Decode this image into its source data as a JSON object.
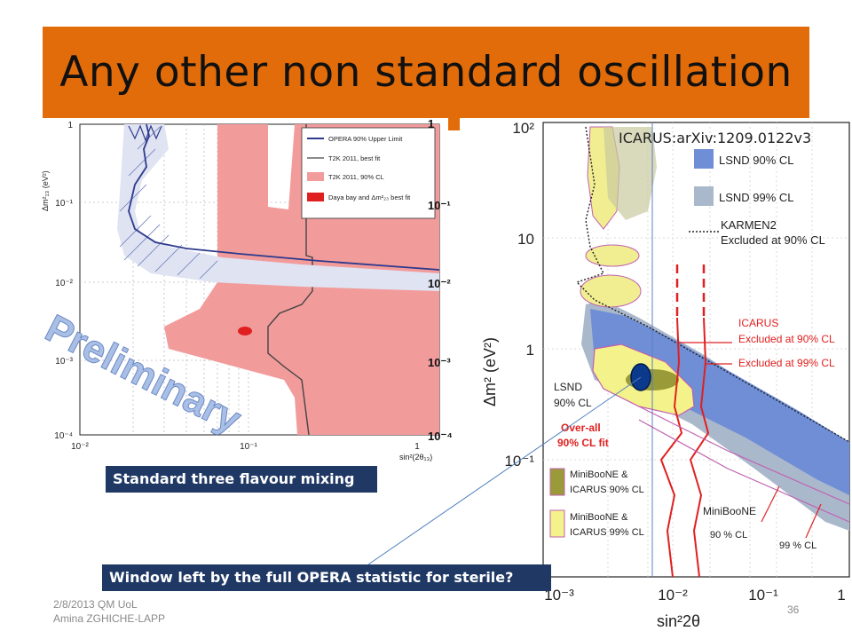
{
  "title": "Any other non standard oscillation",
  "reference": "ICARUS:arXiv:1209.0122v3",
  "callouts": {
    "standard_mixing": "Standard three flavour mixing",
    "window": "Window left by the full OPERA statistic for sterile?"
  },
  "footer": {
    "line1": "2/8/2013 QM UoL",
    "line2": "Amina ZGHICHE-LAPP",
    "page_number": "36"
  },
  "left_plot": {
    "watermark": "Preliminary",
    "y_left_label": "Δm²₁₃ (eV²)",
    "x_label": "sin²(2θ₁₃)",
    "y_ticks": [
      "1",
      "10⁻¹",
      "10⁻²",
      "10⁻³",
      "10⁻⁴"
    ],
    "y_ticks_right": [
      "1",
      "10⁻¹",
      "10⁻²",
      "10⁻³",
      "10⁻⁴"
    ],
    "x_ticks": [
      "10⁻²",
      "10⁻¹",
      "1"
    ],
    "legend": [
      {
        "label": "OPERA 90% Upper Limit",
        "color": "#2d3a8c"
      },
      {
        "label": "T2K 2011, best fit",
        "color": "#444444"
      },
      {
        "label": "T2K 2011, 90% CL",
        "color": "#f29b9b"
      },
      {
        "label": "Daya bay and Δm²₂₃ best fit",
        "color": "#e02020"
      }
    ]
  },
  "right_plot": {
    "y_label": "Δm² (eV²)",
    "x_label": "sin²2θ",
    "y_ticks": [
      "10²",
      "10",
      "1",
      "10⁻¹"
    ],
    "x_ticks": [
      "10⁻³",
      "10⁻²",
      "10⁻¹",
      "1"
    ],
    "legend": [
      {
        "label": "LSND 90% CL",
        "color": "#6f8ed6"
      },
      {
        "label": "LSND 99% CL",
        "color": "#aab8cc"
      },
      {
        "label": "KARMEN2",
        "color": "#222222"
      },
      {
        "label": "Excluded at 90% CL",
        "color": "#222222"
      }
    ],
    "annotations": {
      "icarus": "ICARUS",
      "excl90": "Excluded at 90% CL",
      "excl99": "Excluded at 99% CL",
      "lsnd": "LSND",
      "lsnd_cl": "90% CL",
      "overall1": "Over-all",
      "overall2": "90% CL fit",
      "mb1": "MiniBooNE &",
      "mb1b": "ICARUS 90% CL",
      "mb2": "MiniBooNE &",
      "mb2b": "ICARUS 99% CL",
      "miniboone": "MiniBooNE",
      "mb90": "90 % CL",
      "mb99": "99 % CL"
    }
  }
}
